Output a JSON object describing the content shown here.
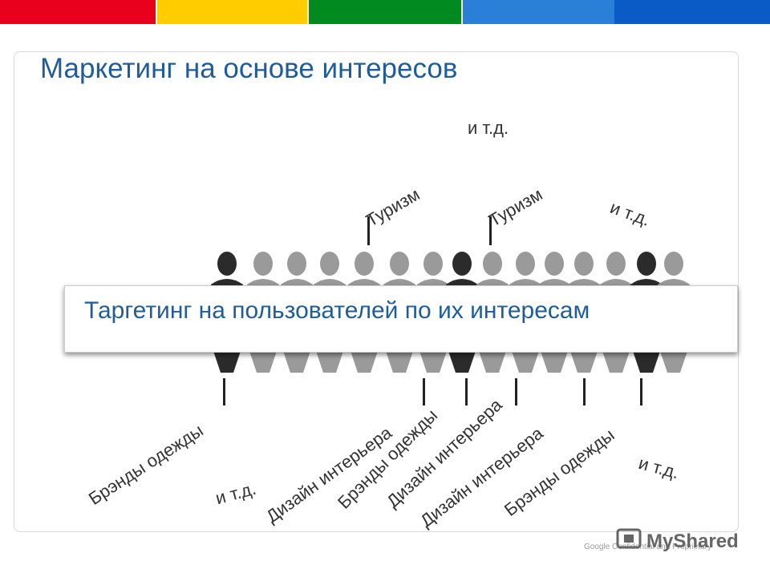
{
  "colors": {
    "bar": [
      "#e8001c",
      "#ffcc00",
      "#008a1f",
      "#2a7fd6",
      "#0b5bc7"
    ],
    "title": "#1f5c9c"
  },
  "slide": {
    "title": "Маркетинг на основе интересов",
    "banner": "Таргетинг на пользователей по их интересам",
    "footer": "Google Confidential and Proprietary",
    "watermark": "MyShared"
  },
  "labels_top": [
    "и т.д.",
    "Туризм",
    "Туризм",
    "и т.д."
  ],
  "labels_bottom": [
    "Брэнды одежды",
    "и т.д.",
    "Дизайн интерьера",
    "Брэнды одежды",
    "Дизайн интерьера",
    "Дизайн интерьера",
    "Брэнды одежды",
    "и т.д."
  ]
}
